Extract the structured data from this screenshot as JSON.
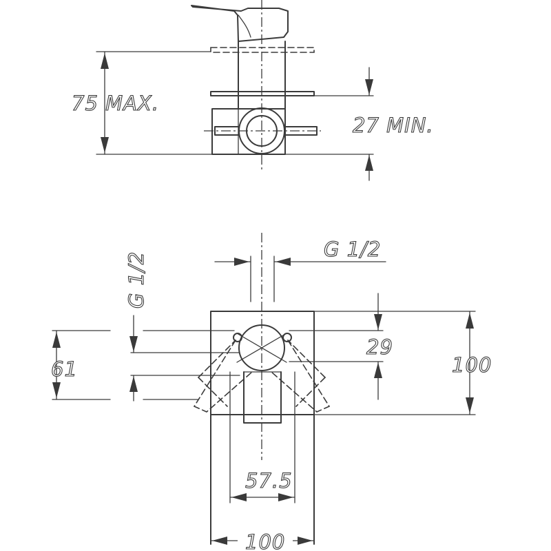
{
  "top_view": {
    "label_max_height": "75 MAX.",
    "label_min_depth": "27 MIN."
  },
  "front_view": {
    "label_thread_top": "G 1/2",
    "label_thread_side": "G 1/2",
    "label_height_61": "61",
    "label_offset_29": "29",
    "label_height_100": "100",
    "label_width_57_5": "57.5",
    "label_width_100": "100"
  },
  "colors": {
    "line": "#3a3a3a",
    "background": "#ffffff"
  }
}
